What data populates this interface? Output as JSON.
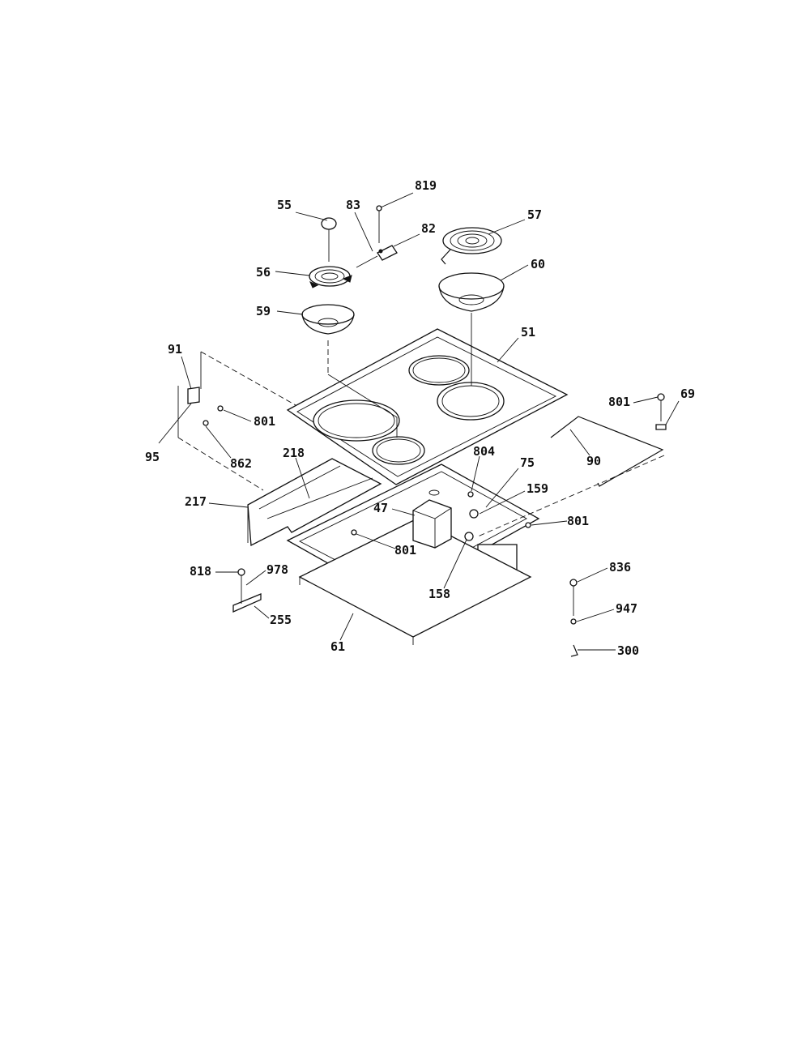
{
  "diagram": {
    "parts": [
      {
        "id": "p55",
        "number": "55"
      },
      {
        "id": "p83",
        "number": "83"
      },
      {
        "id": "p819",
        "number": "819"
      },
      {
        "id": "p82",
        "number": "82"
      },
      {
        "id": "p57",
        "number": "57"
      },
      {
        "id": "p56",
        "number": "56"
      },
      {
        "id": "p60",
        "number": "60"
      },
      {
        "id": "p59",
        "number": "59"
      },
      {
        "id": "p51",
        "number": "51"
      },
      {
        "id": "p91",
        "number": "91"
      },
      {
        "id": "p801a",
        "number": "801"
      },
      {
        "id": "p95",
        "number": "95"
      },
      {
        "id": "p862",
        "number": "862"
      },
      {
        "id": "p801b",
        "number": "801"
      },
      {
        "id": "p69",
        "number": "69"
      },
      {
        "id": "p90",
        "number": "90"
      },
      {
        "id": "p218",
        "number": "218"
      },
      {
        "id": "p804",
        "number": "804"
      },
      {
        "id": "p75",
        "number": "75"
      },
      {
        "id": "p159",
        "number": "159"
      },
      {
        "id": "p217",
        "number": "217"
      },
      {
        "id": "p47",
        "number": "47"
      },
      {
        "id": "p801c",
        "number": "801"
      },
      {
        "id": "p801d",
        "number": "801"
      },
      {
        "id": "p818",
        "number": "818"
      },
      {
        "id": "p978",
        "number": "978"
      },
      {
        "id": "p158",
        "number": "158"
      },
      {
        "id": "p836",
        "number": "836"
      },
      {
        "id": "p255",
        "number": "255"
      },
      {
        "id": "p947",
        "number": "947"
      },
      {
        "id": "p61",
        "number": "61"
      },
      {
        "id": "p300",
        "number": "300"
      }
    ]
  }
}
